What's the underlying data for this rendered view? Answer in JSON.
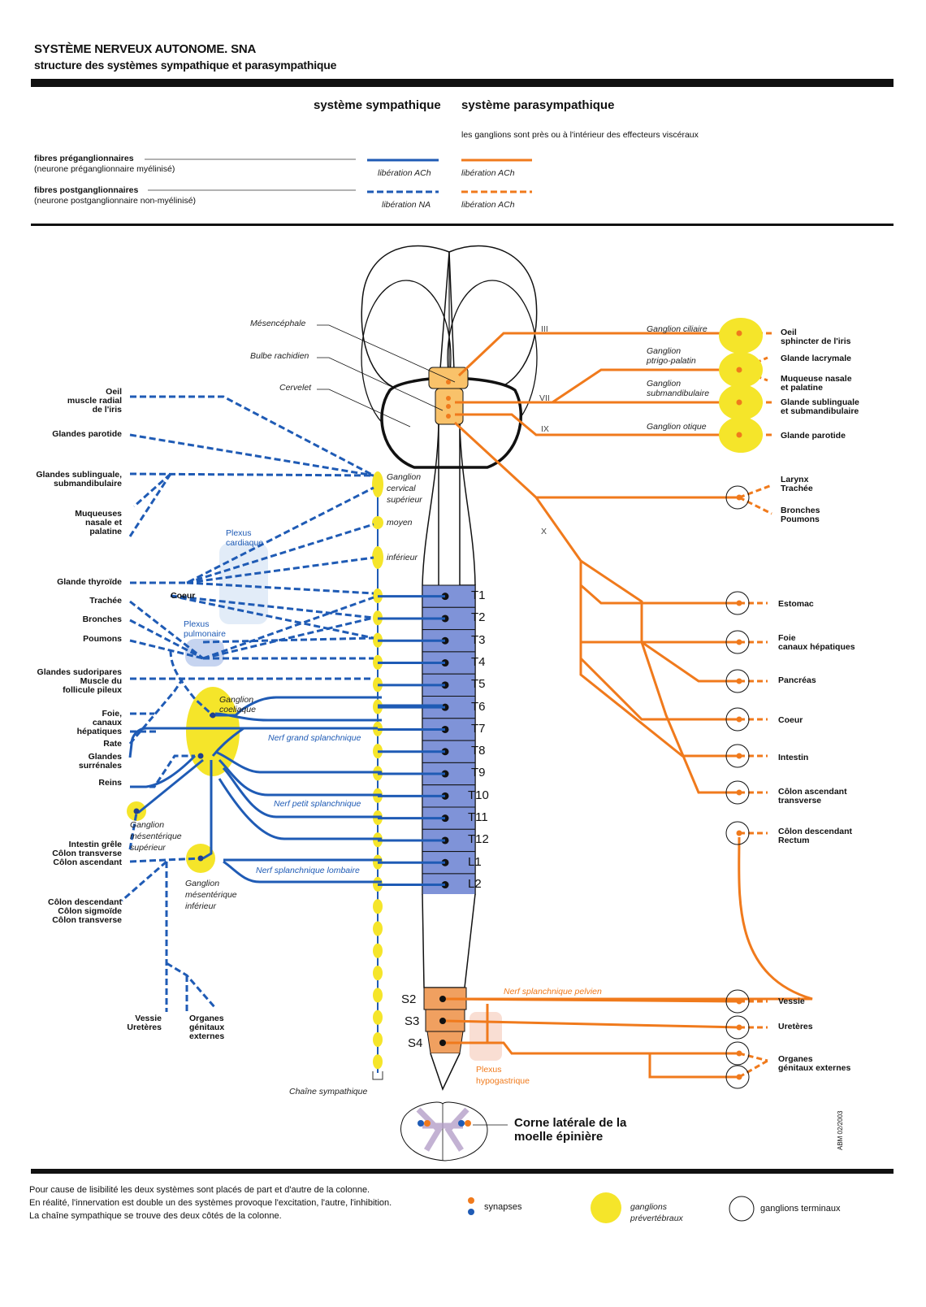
{
  "header": {
    "title": "SYSTÈME NERVEUX AUTONOME. SNA",
    "subtitle": "structure des systèmes sympathique et parasympathique"
  },
  "legend": {
    "sympathetic_title": "système sympathique",
    "parasympathetic_title": "système parasympathique",
    "parasympathetic_note": "les ganglions sont près ou à l'intérieur des effecteurs viscéraux",
    "preganglionic_label": "fibres préganglionnaires",
    "preganglionic_sub": "(neurone préganglionnaire myélinisé)",
    "postganglionic_label": "fibres postganglionnaires",
    "postganglionic_sub": "(neurone postganglionnaire non-myélinisé)",
    "symp_pre_release": "libération ACh",
    "symp_post_release": "libération NA",
    "para_pre_release": "libération ACh",
    "para_post_release": "libération ACh",
    "colors": {
      "sympathetic": "#1f5bb5",
      "parasympathetic": "#f07a1c",
      "ganglion": "#f5e52a"
    }
  },
  "brain": {
    "mesencephale": "Mésencéphale",
    "bulbe": "Bulbe rachidien",
    "cervelet": "Cervelet",
    "nerves": [
      "III",
      "VII",
      "IX",
      "X"
    ]
  },
  "sympathetic": {
    "chain_ganglia": {
      "superieur": "Ganglion cervical supérieur",
      "superieur_lines": [
        "Ganglion",
        "cervical",
        "supérieur"
      ],
      "moyen": "moyen",
      "inferieur": "inférieur",
      "chain_label": "Chaîne sympathique"
    },
    "plexus": {
      "cardiaque": [
        "Plexus",
        "cardiaque"
      ],
      "pulmonaire": [
        "Plexus",
        "pulmonaire"
      ]
    },
    "ganglia": {
      "coeliaque": [
        "Ganglion",
        "coeliaque"
      ],
      "mes_sup": [
        "Ganglion",
        "mésentérique",
        "supérieur"
      ],
      "mes_inf": [
        "Ganglion",
        "mésentérique",
        "inférieur"
      ]
    },
    "nerves": {
      "grand": "Nerf grand splanchnique",
      "petit": "Nerf petit splanchnique",
      "lombaire": "Nerf splanchnique lombaire"
    },
    "targets": {
      "oeil": [
        "Oeil",
        "muscle radial",
        "de l'iris"
      ],
      "parotide": "Glandes parotide",
      "sublinguale": [
        "Glandes sublinguale,",
        "submandibulaire"
      ],
      "muqueuses": [
        "Muqueuses",
        "nasale et",
        "palatine"
      ],
      "thyroide": "Glande thyroïde",
      "trachee": "Trachée",
      "coeur": "Coeur",
      "bronches": "Bronches",
      "poumons": "Poumons",
      "sudoripares": [
        "Glandes sudoripares",
        "Muscle du",
        "follicule pileux"
      ],
      "foie": [
        "Foie,",
        "canaux",
        "hépatiques"
      ],
      "rate": "Rate",
      "surrenales": [
        "Glandes",
        "surrénales"
      ],
      "reins": "Reins",
      "intestin": [
        "Intestin grêle",
        "Côlon transverse",
        "Côlon ascendant"
      ],
      "colon": [
        "Côlon descendant",
        "Côlon sigmoïde",
        "Côlon transverse"
      ],
      "vessie": [
        "Vessie",
        "Uretères"
      ],
      "organes": [
        "Organes",
        "génitaux",
        "externes"
      ]
    }
  },
  "spinal_segments": [
    "T1",
    "T2",
    "T3",
    "T4",
    "T5",
    "T6",
    "T7",
    "T8",
    "T9",
    "T10",
    "T11",
    "T12",
    "L1",
    "L2"
  ],
  "sacral_segments": [
    "S2",
    "S3",
    "S4"
  ],
  "parasympathetic": {
    "cranial_ganglia": [
      {
        "name": [
          "Ganglion  ciliaire"
        ],
        "target": [
          "Oeil",
          "sphincter de l'iris"
        ]
      },
      {
        "name": [
          "Ganglion",
          "ptrigo-palatin"
        ],
        "target": [
          "Glande lacrymale"
        ]
      },
      {
        "name": [
          "Ganglion",
          "submandibulaire"
        ],
        "target": [
          "Muqueuse nasale",
          "et palatine"
        ]
      },
      {
        "name": [
          "Ganglion  otique"
        ],
        "target": [
          "Glande sublinguale",
          "et submandibulaire"
        ]
      }
    ],
    "cranial_extra_target": "Glande parotide",
    "terminal_targets": [
      [
        "Larynx",
        "Trachée"
      ],
      [
        "Bronches",
        "Poumons"
      ],
      [
        "Estomac"
      ],
      [
        "Foie",
        "canaux hépatiques"
      ],
      [
        "Pancréas"
      ],
      [
        "Coeur"
      ],
      [
        "Intestin"
      ],
      [
        "Côlon ascendant",
        "transverse"
      ],
      [
        "Côlon descendant",
        "Rectum"
      ],
      [
        "Vessie"
      ],
      [
        "Uretères"
      ],
      [
        "Organes",
        "génitaux externes"
      ]
    ],
    "pelvic_nerve": "Nerf splanchnique pelvien",
    "plexus": [
      "Plexus",
      "hypogastrique"
    ]
  },
  "cross_section": {
    "label": [
      "Corne latérale de la",
      "moelle épinière"
    ]
  },
  "credit": "ABM 02/2003",
  "footer": {
    "notes": [
      "Pour cause de lisibilité les deux systèmes sont placés de part et d'autre de la colonne.",
      "En réalité, l'innervation est double un des systèmes provoque l'excitation, l'autre, l'inhibition.",
      "La chaîne sympathique se trouve des deux côtés de la colonne."
    ],
    "legend_synapses": "synapses",
    "legend_prevertebral": [
      "ganglions",
      "prévertébraux"
    ],
    "legend_terminal": "ganglions terminaux"
  }
}
